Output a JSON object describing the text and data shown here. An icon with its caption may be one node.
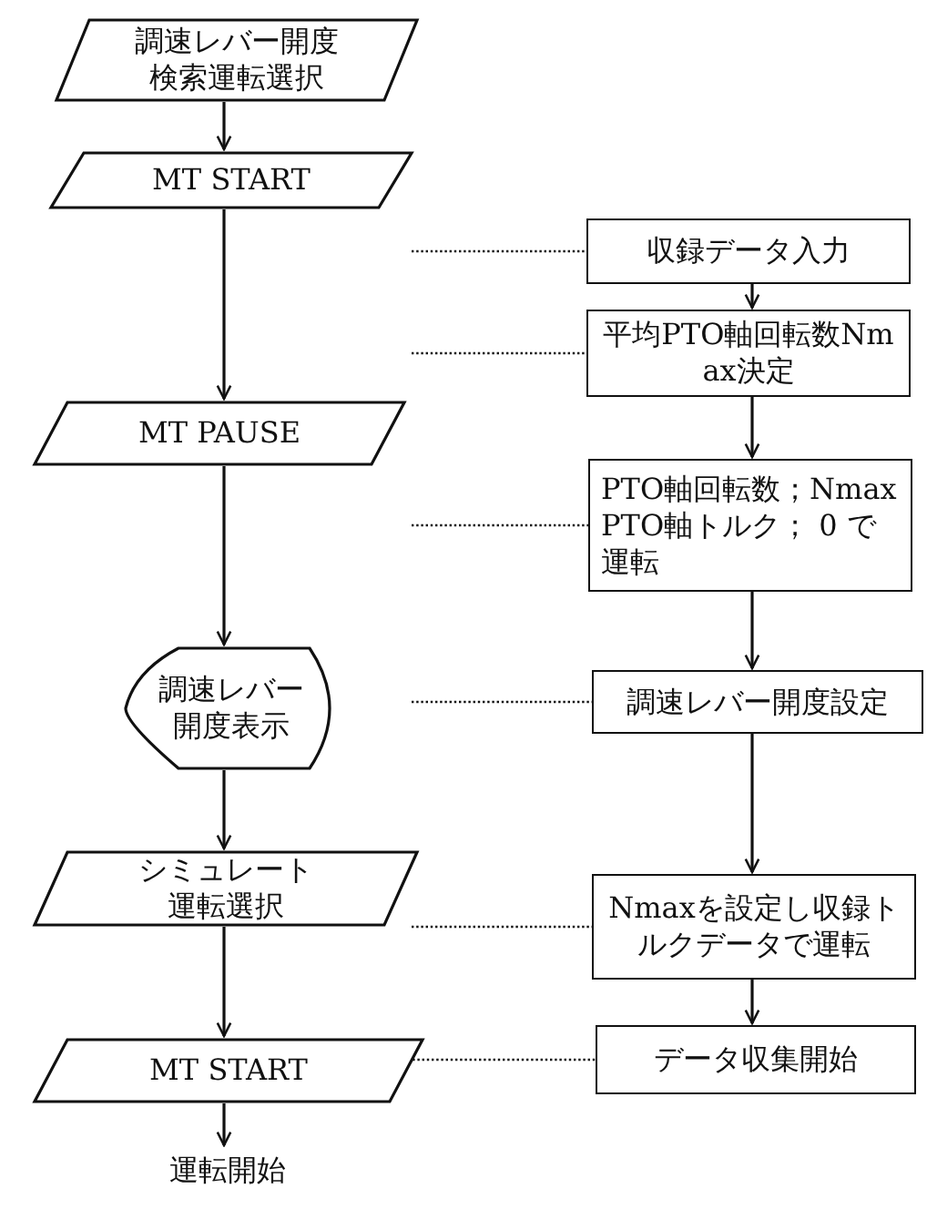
{
  "diagram": {
    "nodes": [
      {
        "text": [
          "調速レバー開度検索運転選択"
        ]
      },
      {
        "text": [
          "MT START"
        ]
      },
      {
        "text": [
          "MT PAUSE"
        ]
      },
      {
        "text": [
          "調速レバー開度表示"
        ]
      },
      {
        "text": [
          "シミュレート運転選択"
        ]
      },
      {
        "text": [
          "MT START"
        ]
      },
      {
        "text": [
          "運転開始"
        ]
      },
      {
        "text": [
          "収録データ入力"
        ]
      },
      {
        "text": [
          "平均PTO軸回転数Nmax決定"
        ]
      },
      {
        "text": [
          "PTO軸回転数；Nmax PTO軸トルク； 0 で運転"
        ]
      },
      {
        "text": [
          "調速レバー開度設定"
        ]
      },
      {
        "text": [
          "Nmaxを設定し収録トルクデータで運転"
        ]
      },
      {
        "text": [
          "データ収集開始"
        ]
      }
    ],
    "edges": [
      {
        "from": 0,
        "to": 1,
        "arrow": "to"
      },
      {
        "from": 1,
        "to": 2,
        "arrow": "to"
      },
      {
        "from": 2,
        "to": 3,
        "arrow": "to"
      },
      {
        "from": 3,
        "to": 4,
        "arrow": "to"
      },
      {
        "from": 4,
        "to": 5,
        "arrow": "to"
      },
      {
        "from": 5,
        "to": 6,
        "arrow": "to"
      },
      {
        "from": 7,
        "to": 8,
        "arrow": "to"
      },
      {
        "from": 8,
        "to": 9,
        "arrow": "to"
      },
      {
        "from": 9,
        "to": 10,
        "arrow": "to"
      },
      {
        "from": 10,
        "to": 11,
        "arrow": "to"
      },
      {
        "from": 11,
        "to": 12,
        "arrow": "to"
      },
      {
        "from": null,
        "to": 7,
        "arrow": "none",
        "style": "dashed"
      },
      {
        "from": null,
        "to": 8,
        "arrow": "none",
        "style": "dashed"
      },
      {
        "from": null,
        "to": 9,
        "arrow": "none",
        "style": "dashed"
      },
      {
        "from": null,
        "to": 10,
        "arrow": "none",
        "style": "dashed"
      },
      {
        "from": null,
        "to": 11,
        "arrow": "none",
        "style": "dashed"
      },
      {
        "from": 5,
        "to": 12,
        "arrow": "none",
        "style": "dashed"
      }
    ]
  }
}
